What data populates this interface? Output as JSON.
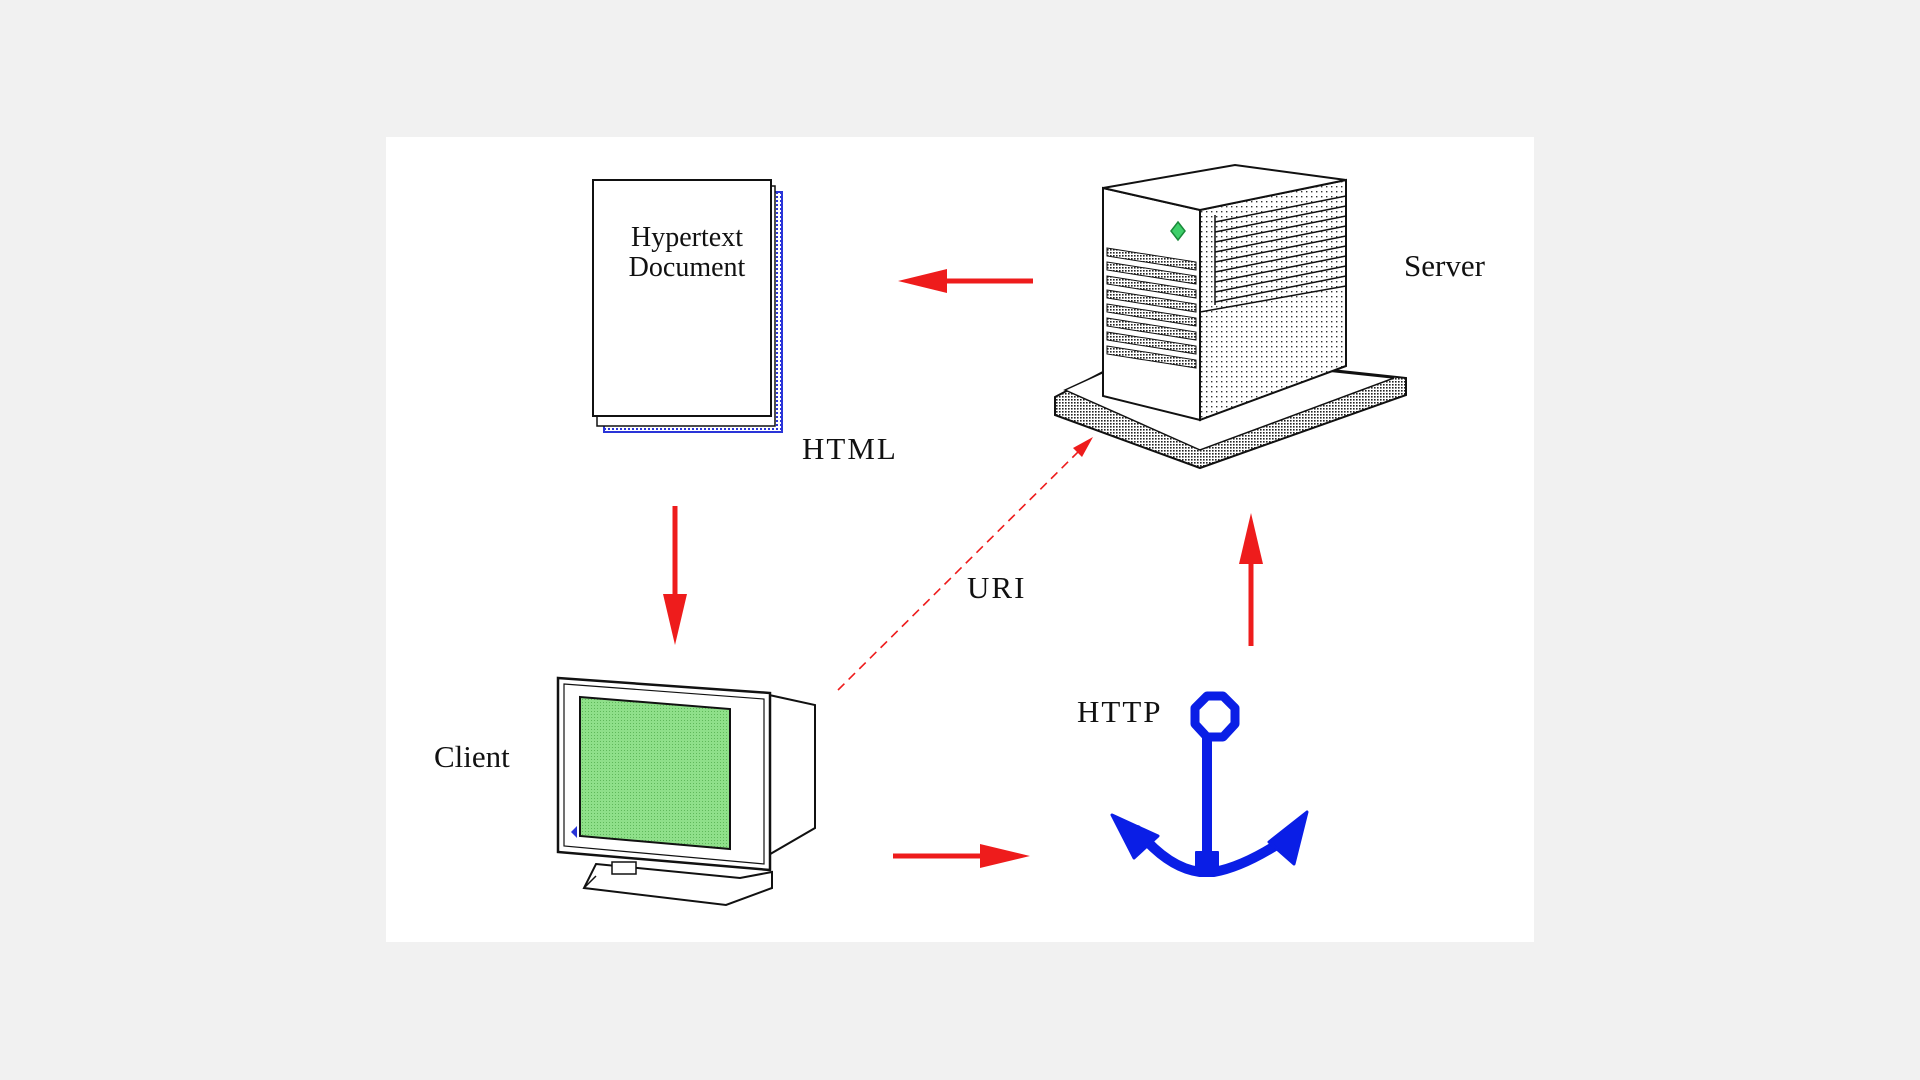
{
  "diagram": {
    "document": {
      "line1": "Hypertext",
      "line2": "Document"
    },
    "labels": {
      "html": "HTML",
      "server": "Server",
      "uri": "URI",
      "client": "Client",
      "http": "HTTP"
    },
    "colors": {
      "background": "#f1f1f1",
      "card": "#ffffff",
      "arrow": "#ee1c1c",
      "anchor": "#0a1ee6",
      "screen": "#8fe08a",
      "page_shadow": "#2a35d8",
      "server_led": "#3fcf6a"
    },
    "icons": [
      "document-icon",
      "server-icon",
      "monitor-icon",
      "anchor-icon"
    ]
  }
}
